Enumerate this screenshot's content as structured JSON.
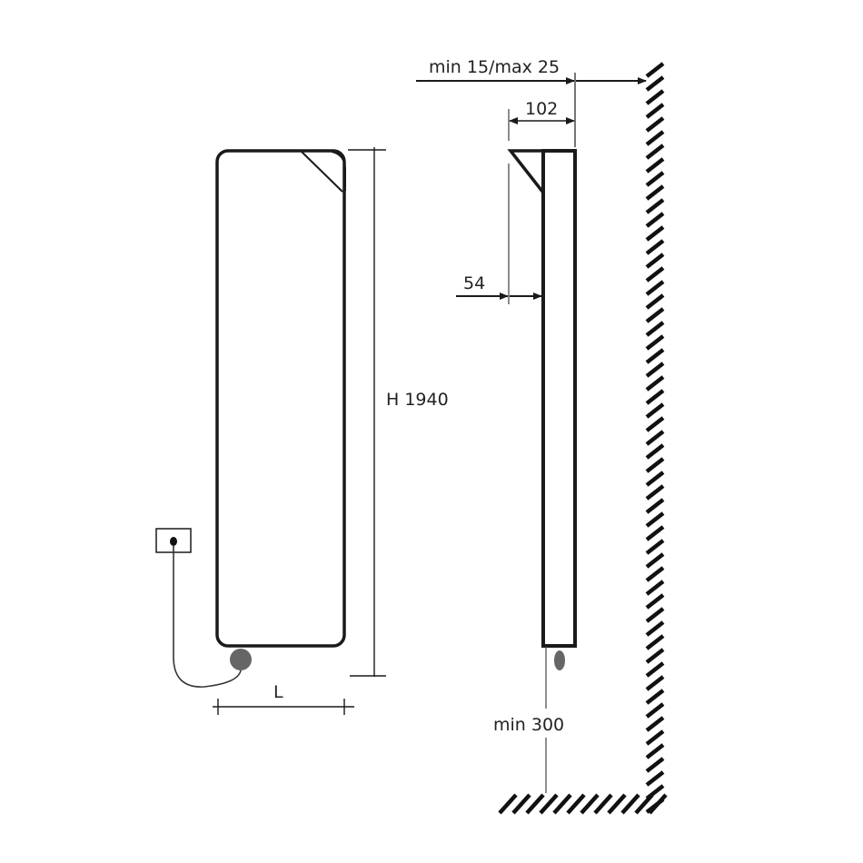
{
  "front_view": {
    "height_label": "H 1940",
    "width_label": "L"
  },
  "side_view": {
    "wall_gap_label": "min 15/max 25",
    "depth_label": "102",
    "shelf_offset_label": "54",
    "floor_clearance_label": "min 300"
  },
  "colors": {
    "line": "#1a1a1a",
    "knob": "#666666",
    "hatch": "#111111"
  }
}
